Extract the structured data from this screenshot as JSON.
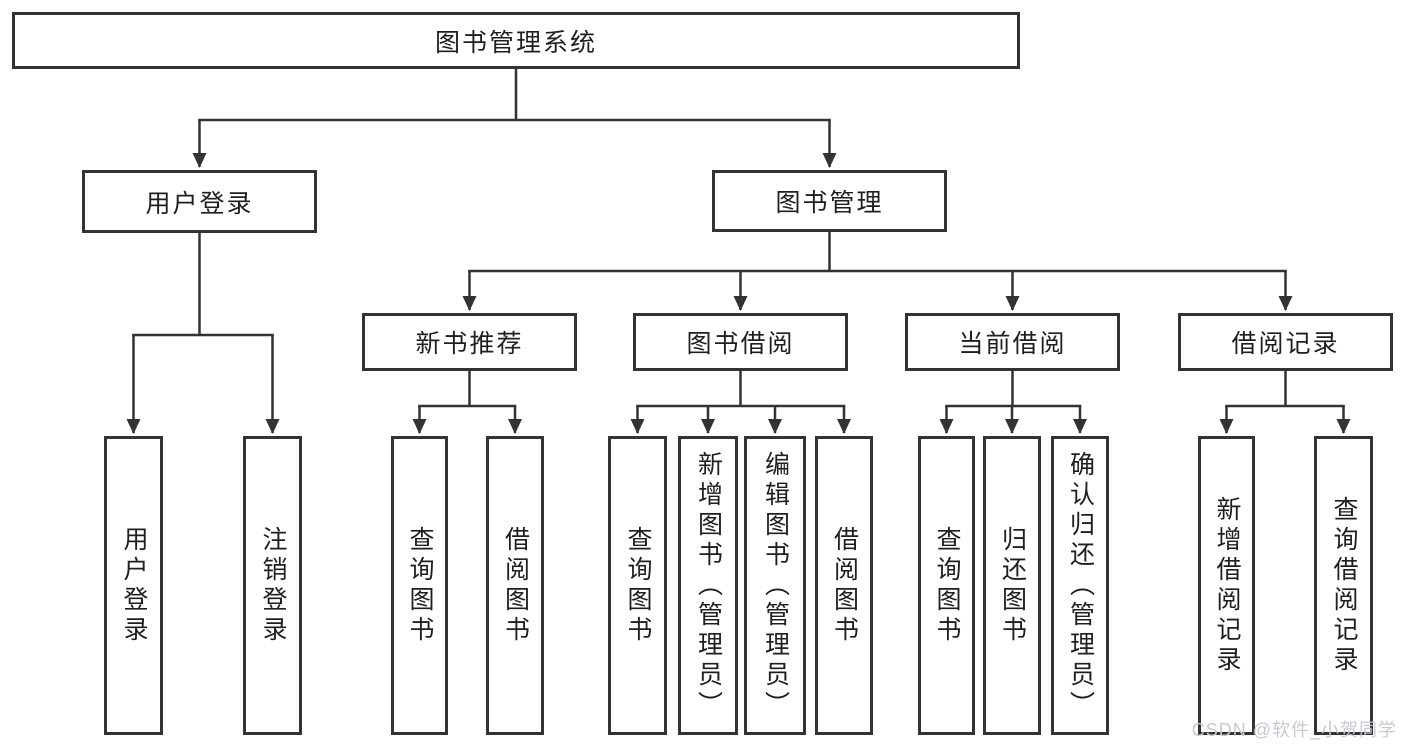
{
  "diagram": {
    "title": "图书管理系统",
    "branches": [
      {
        "label": "用户登录",
        "children": [
          {
            "label": "用户登录"
          },
          {
            "label": "注销登录"
          }
        ]
      },
      {
        "label": "图书管理",
        "children": [
          {
            "label": "新书推荐",
            "children": [
              {
                "label": "查询图书"
              },
              {
                "label": "借阅图书"
              }
            ]
          },
          {
            "label": "图书借阅",
            "children": [
              {
                "label": "查询图书"
              },
              {
                "label": "新增图书（管理员）"
              },
              {
                "label": "编辑图书（管理员）"
              },
              {
                "label": "借阅图书"
              }
            ]
          },
          {
            "label": "当前借阅",
            "children": [
              {
                "label": "查询图书"
              },
              {
                "label": "归还图书"
              },
              {
                "label": "确认归还（管理员）"
              }
            ]
          },
          {
            "label": "借阅记录",
            "children": [
              {
                "label": "新增借阅记录"
              },
              {
                "label": "查询借阅记录"
              }
            ]
          }
        ]
      }
    ]
  },
  "watermark": "CSDN @软件_小贺同学",
  "colors": {
    "line": "#333333",
    "box_border": "#333333",
    "text": "#1f1f1f",
    "watermark": "#c6cad2",
    "background": "#ffffff"
  }
}
